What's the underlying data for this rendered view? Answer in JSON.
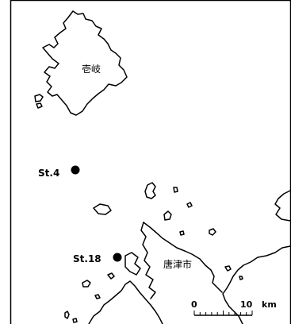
{
  "places": {
    "iki": "壱岐",
    "karatsu": "唐津市"
  },
  "stations": [
    {
      "label": "St.4"
    },
    {
      "label": "St.18"
    }
  ],
  "scale_bar": {
    "start": "0",
    "end": "10",
    "unit": "km"
  }
}
